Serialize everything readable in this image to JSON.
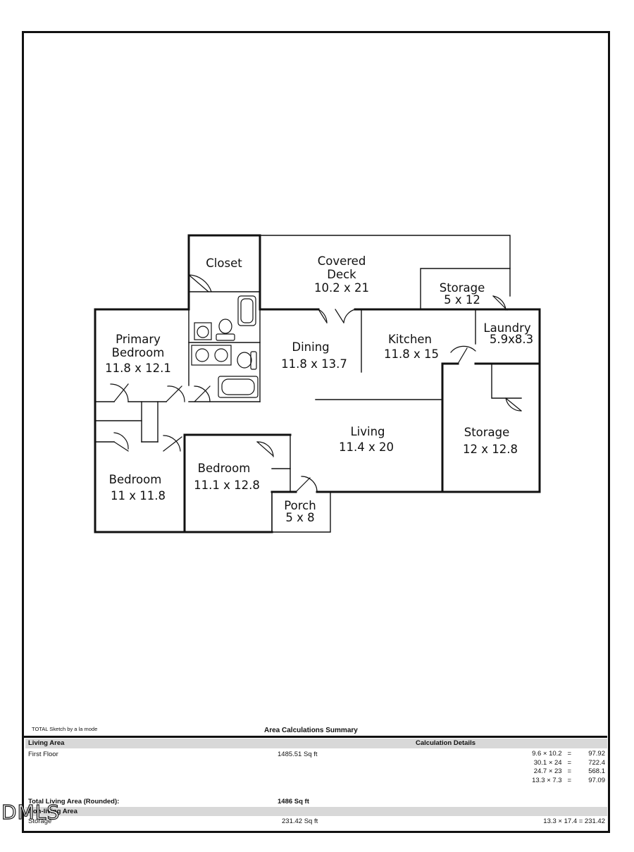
{
  "rooms": {
    "closet": "Closet",
    "covered_deck": "Covered",
    "covered_deck_2": "Deck",
    "covered_deck_dim": "10.2 x 21",
    "storage_small": "Storage",
    "storage_small_dim": "5 x 12",
    "primary_bedroom": "Primary",
    "primary_bedroom_2": "Bedroom",
    "primary_bedroom_dim": "11.8 x 12.1",
    "dining": "Dining",
    "dining_dim": "11.8 x 13.7",
    "kitchen": "Kitchen",
    "kitchen_dim": "11.8 x 15",
    "laundry": "Laundry",
    "laundry_dim": "5.9x8.3",
    "living": "Living",
    "living_dim": "11.4 x 20",
    "storage_large": "Storage",
    "storage_large_dim": "12 x 12.8",
    "bedroom_a": "Bedroom",
    "bedroom_a_dim": "11 x 11.8",
    "bedroom_b": "Bedroom",
    "bedroom_b_dim": "11.1 x 12.8",
    "porch": "Porch",
    "porch_dim": "5 x 8"
  },
  "footer": {
    "software": "TOTAL Sketch by a la mode",
    "title": "Area Calculations Summary",
    "living_area_header": "Living Area",
    "calc_details_header": "Calculation Details",
    "first_floor_label": "First Floor",
    "first_floor_value": "1485.51 Sq ft",
    "calc_rows": [
      {
        "expr": "9.6 × 10.2",
        "eq": "=",
        "val": "97.92"
      },
      {
        "expr": "30.1 × 24",
        "eq": "=",
        "val": "722.4"
      },
      {
        "expr": "24.7 × 23",
        "eq": "=",
        "val": "568.1"
      },
      {
        "expr": "13.3 × 7.3",
        "eq": "=",
        "val": "97.09"
      }
    ],
    "total_label": "Total Living Area (Rounded):",
    "total_value": "1486 Sq ft",
    "nonliving_header": "Non-living Area",
    "storage_label": "Storage",
    "storage_value": "231.42 Sq ft",
    "storage_calc": "13.3 × 17.4 = 231.42"
  },
  "watermark": "DMLS"
}
